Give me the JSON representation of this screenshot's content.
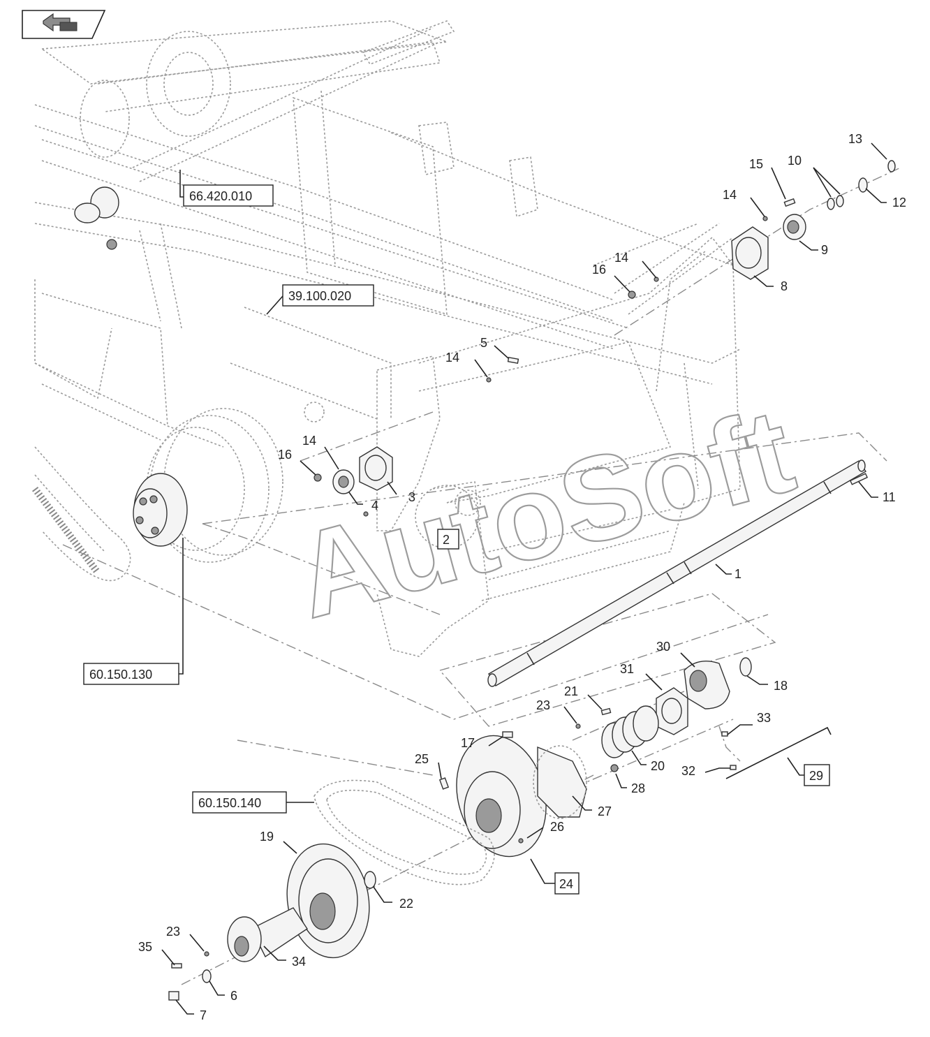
{
  "watermark": "AutoSoft",
  "reference_boxes": [
    {
      "label": "66.420.010"
    },
    {
      "label": "39.100.020"
    },
    {
      "label": "60.150.130"
    },
    {
      "label": "60.150.140"
    }
  ],
  "assembly_boxes": [
    {
      "label": "24"
    },
    {
      "label": "29"
    },
    {
      "label": "2"
    }
  ],
  "callouts": [
    "1",
    "3",
    "4",
    "5",
    "6",
    "7",
    "8",
    "9",
    "10",
    "11",
    "12",
    "13",
    "14",
    "14",
    "14",
    "14",
    "15",
    "16",
    "16",
    "17",
    "18",
    "19",
    "20",
    "21",
    "22",
    "23",
    "23",
    "25",
    "26",
    "27",
    "28",
    "30",
    "31",
    "32",
    "33",
    "34",
    "35"
  ]
}
